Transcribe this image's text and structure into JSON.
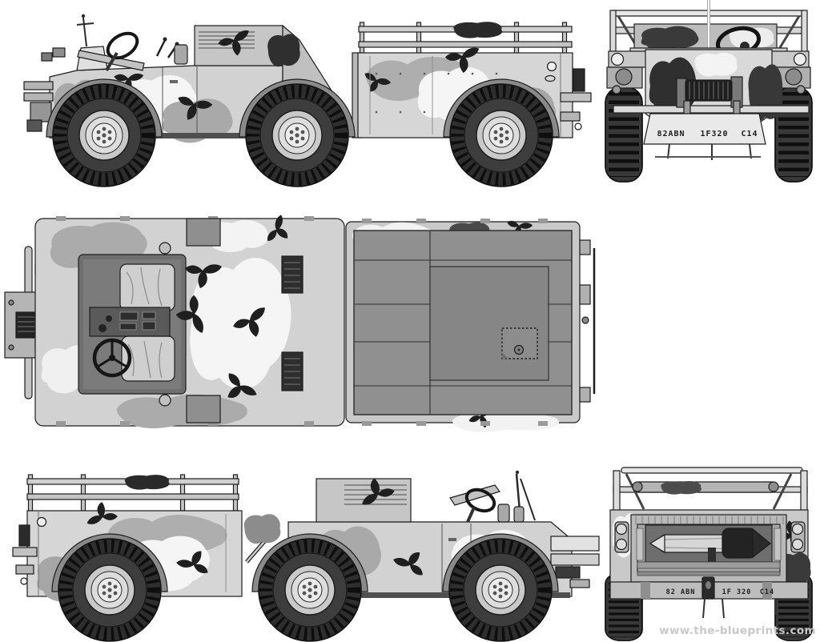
{
  "markings": {
    "front_bumper": {
      "left": "82ABN",
      "center": "1F320",
      "right": "C14"
    },
    "rear_bumper": {
      "left": "82 ABN",
      "center": "1F 320",
      "right": "C14"
    }
  },
  "watermark": {
    "text": "www.the-blueprints.com"
  },
  "colors": {
    "background": "#ffffff",
    "line": "#1d1d1d",
    "camo_base": "#d4d4d4",
    "camo_light": "#f5f5f5",
    "camo_mid": "#a8a8a8",
    "camo_black": "#1f1f1f",
    "canvas_cover": "#909090",
    "tire": "#2e2e2e",
    "watermark_gray": "#c9c9c9"
  }
}
